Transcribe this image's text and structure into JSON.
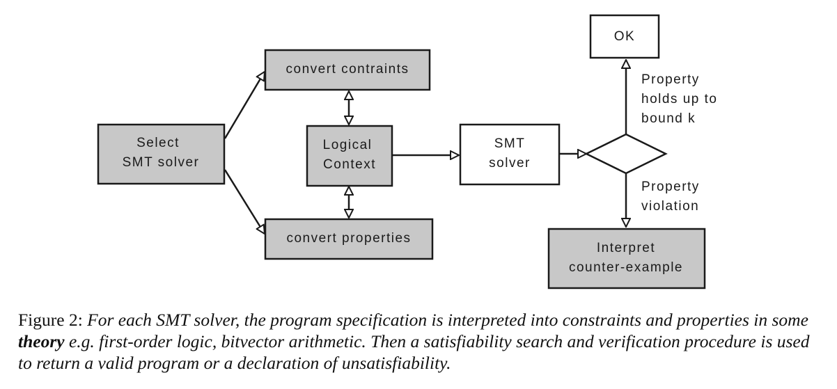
{
  "nodes": {
    "select_solver": {
      "lines": [
        "Select",
        "SMT solver"
      ],
      "style": "shaded"
    },
    "convert_constraints": {
      "lines": [
        "convert contraints"
      ],
      "style": "shaded"
    },
    "logical_context": {
      "lines": [
        "Logical",
        "Context"
      ],
      "style": "shaded"
    },
    "convert_properties": {
      "lines": [
        "convert properties"
      ],
      "style": "shaded"
    },
    "smt_solver": {
      "lines": [
        "SMT",
        "solver"
      ],
      "style": "plain"
    },
    "ok": {
      "lines": [
        "OK"
      ],
      "style": "plain"
    },
    "interpret": {
      "lines": [
        "Interpret",
        "counter-example"
      ],
      "style": "shaded"
    }
  },
  "edge_labels": {
    "holds": [
      "Property",
      "holds up to",
      "bound k"
    ],
    "violation": [
      "Property",
      "violation"
    ]
  },
  "caption": {
    "prefix": "Figure 2: ",
    "text_before": "For each SMT solver, the program specification is interpreted into constraints and properties in some ",
    "term": "theory",
    "text_after": " e.g. first-order logic, bitvector arithmetic. Then a satisfiability search and verification procedure is used to return a valid program or a declaration of unsatisfiability."
  },
  "colors": {
    "shaded_fill": "#c8c8c8",
    "plain_fill": "#ffffff",
    "stroke": "#1a1a1a"
  }
}
